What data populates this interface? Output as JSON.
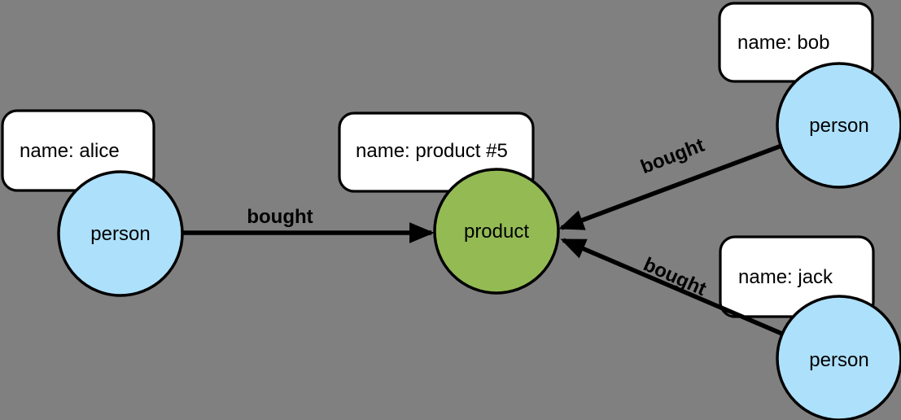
{
  "diagram": {
    "kind": "property-graph",
    "colors": {
      "background": "#808080",
      "person_node_fill": "#ADE0FA",
      "product_node_fill": "#94BA54",
      "node_stroke": "#000000",
      "property_box_fill": "#FFFFFF",
      "edge_color": "#000000",
      "text_color": "#000000"
    },
    "nodes": [
      {
        "id": "alice",
        "type": "person",
        "label": "person",
        "property": "name: alice"
      },
      {
        "id": "product5",
        "type": "product",
        "label": "product",
        "property": "name: product #5"
      },
      {
        "id": "bob",
        "type": "person",
        "label": "person",
        "property": "name: bob"
      },
      {
        "id": "jack",
        "type": "person",
        "label": "person",
        "property": "name: jack"
      }
    ],
    "edges": [
      {
        "from": "alice",
        "to": "product5",
        "label": "bought"
      },
      {
        "from": "bob",
        "to": "product5",
        "label": "bought"
      },
      {
        "from": "jack",
        "to": "product5",
        "label": "bought"
      }
    ]
  }
}
